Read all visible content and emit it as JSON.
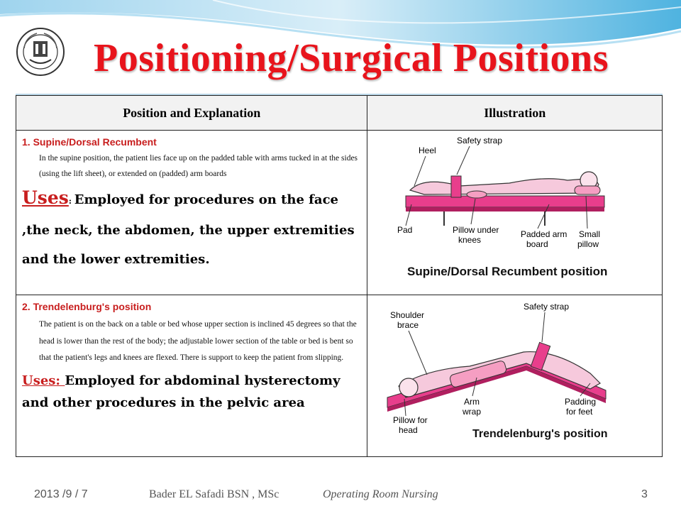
{
  "slide": {
    "title": "Positioning/Surgical Positions",
    "colors": {
      "title": "#e8141c",
      "accent_red": "#c81e1e",
      "table_pink": "#e83e8c",
      "band": "#3fa9d9"
    }
  },
  "logo": {
    "icon": "university-seal-icon"
  },
  "table": {
    "headers": [
      "Position and  Explanation",
      "Illustration"
    ],
    "rows": [
      {
        "title": "1.   Supine/Dorsal Recumbent",
        "description": "In the supine position, the patient lies  face up on the padded table with arms tucked in at the sides (using the lift sheet), or extended on (padded) arm boards",
        "uses_label": "Uses",
        "uses_sep": ": ",
        "uses_text": "Employed for procedures on the face ,the neck, the abdomen, the upper extremities and the lower extremities.",
        "illustration": {
          "caption": "Supine/Dorsal Recumbent position",
          "labels": {
            "heel": "Heel",
            "strap": "Safety strap",
            "pad": "Pad",
            "pillow_knees_1": "Pillow under",
            "pillow_knees_2": "knees",
            "armboard_1": "Padded arm",
            "armboard_2": "board",
            "small_pillow_1": "Small",
            "small_pillow_2": "pillow"
          }
        }
      },
      {
        "title": "2.    Trendelenburg's position",
        "description": "The patient is on the back on a table or bed whose upper section is inclined 45 degrees so that the head is lower than the rest of the body; the adjustable lower section of the table or bed is bent so that the patient's legs and knees are flexed. There is support to keep the patient from slipping.",
        "uses_label": "Uses: ",
        "uses_text": "Employed for abdominal hysterectomy and other procedures in the pelvic area",
        "illustration": {
          "caption": "Trendelenburg's position",
          "labels": {
            "strap": "Safety strap",
            "shoulder_1": "Shoulder",
            "shoulder_2": "brace",
            "arm_1": "Arm",
            "arm_2": "wrap",
            "padding_1": "Padding",
            "padding_2": "for feet",
            "pillow_1": "Pillow for",
            "pillow_2": "head"
          }
        }
      }
    ]
  },
  "footer": {
    "date": "2013 /9 / 7",
    "author": "Bader EL Safadi   BSN , MSc",
    "course": "Operating Room Nursing",
    "page": "3"
  }
}
